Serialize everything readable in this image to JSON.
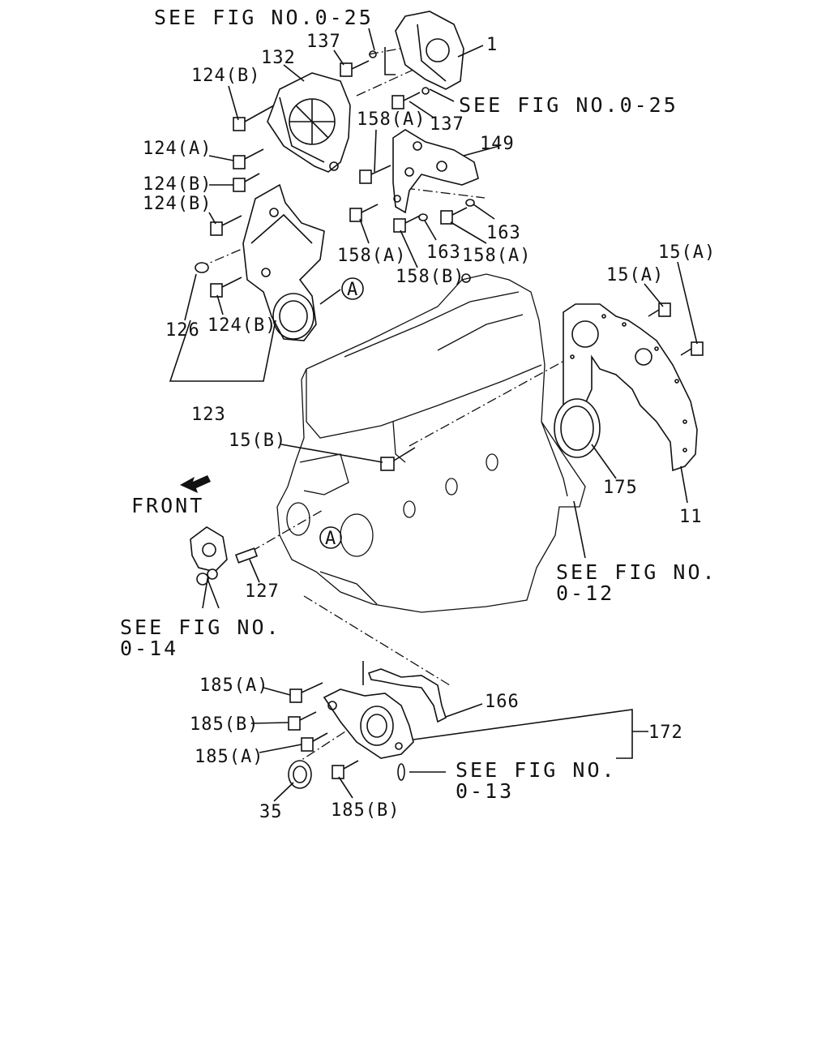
{
  "references": {
    "fig_0_25_top": "SEE FIG NO.0-25",
    "fig_0_25_mid": "SEE FIG NO.0-25",
    "fig_0_12_line1": "SEE FIG NO.",
    "fig_0_12_line2": "0-12",
    "fig_0_14_line1": "SEE FIG NO.",
    "fig_0_14_line2": "0-14",
    "fig_0_13_line1": "SEE FIG NO.",
    "fig_0_13_line2": "0-13"
  },
  "front_label": "FRONT",
  "callouts": {
    "p1": "1",
    "p11": "11",
    "p15a_1": "15(A)",
    "p15a_2": "15(A)",
    "p15b": "15(B)",
    "p35": "35",
    "p123": "123",
    "p124a": "124(A)",
    "p124b_1": "124(B)",
    "p124b_2": "124(B)",
    "p124b_3": "124(B)",
    "p124b_4": "124(B)",
    "p126": "126",
    "p127": "127",
    "p132": "132",
    "p137_1": "137",
    "p137_2": "137",
    "p149": "149",
    "p158a_1": "158(A)",
    "p158a_2": "158(A)",
    "p158a_3": "158(A)",
    "p158b": "158(B)",
    "p163_1": "163",
    "p163_2": "163",
    "p166": "166",
    "p172": "172",
    "p175": "175",
    "p185a_1": "185(A)",
    "p185a_2": "185(A)",
    "p185b_1": "185(B)",
    "p185b_2": "185(B)"
  },
  "markers": {
    "a_top": "A",
    "a_engine": "A"
  }
}
